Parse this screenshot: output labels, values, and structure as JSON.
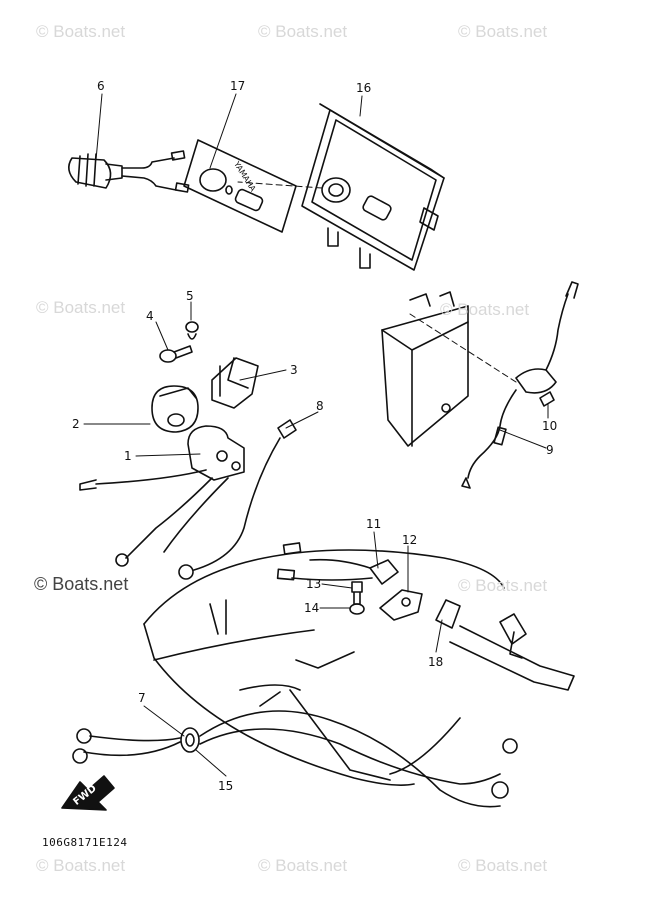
{
  "watermark": {
    "text": "© Boats.net",
    "color": "#d8d8d8"
  },
  "part_labels": [
    "6",
    "17",
    "16",
    "5",
    "4",
    "3",
    "2",
    "1",
    "8",
    "10",
    "9",
    "11",
    "12",
    "13",
    "14",
    "18",
    "7",
    "15"
  ],
  "brand_text": "YAMAHA",
  "fwd_text": "FWD",
  "drawing_code": "106G8171E124"
}
